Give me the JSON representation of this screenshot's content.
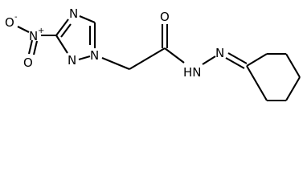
{
  "labels": {
    "nitro": "O",
    "nitro_charge_minus": "-",
    "nitro_n": "N",
    "nitro_charge_plus": "+",
    "nitro_o_double": "O",
    "ring_n4": "N",
    "ring_n1": "N",
    "ring_n2": "N",
    "carbonyl_o": "O",
    "hydrazide_nh": "HN",
    "hydrazone_n": "N"
  },
  "colors": {
    "line": "#000000",
    "background": "#ffffff"
  }
}
